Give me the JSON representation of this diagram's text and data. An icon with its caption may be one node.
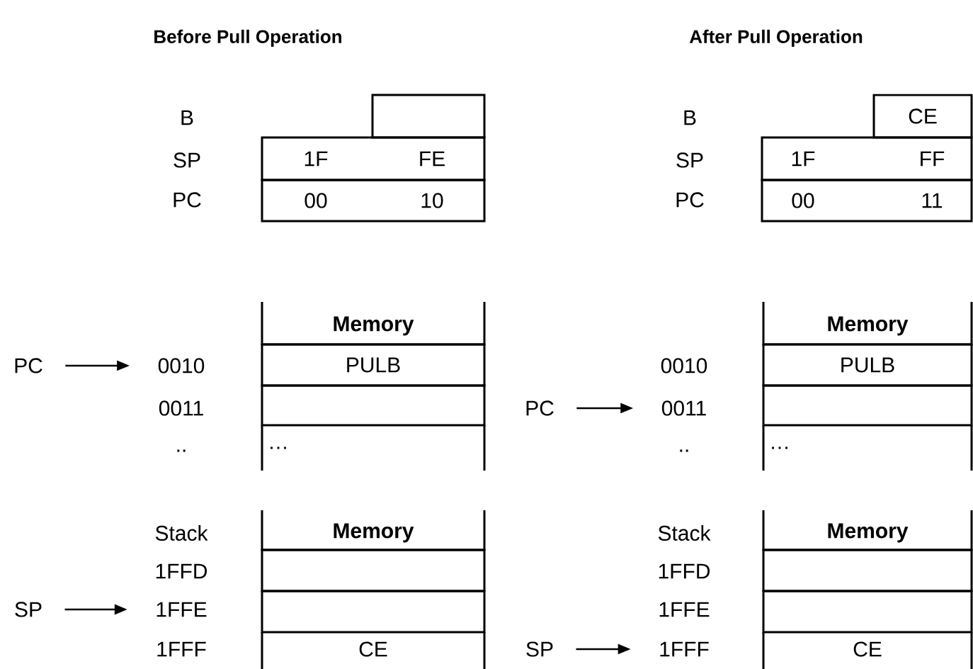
{
  "diagram": {
    "nodes": [
      {
        "text": [],
        "shape": "box"
      },
      {
        "text": [
          "1F",
          "FE"
        ]
      },
      {
        "text": [
          "00",
          "10"
        ]
      },
      {
        "text": [
          "Memory"
        ]
      },
      {
        "text": [
          "PULB"
        ]
      },
      {
        "text": [],
        "shape": "box"
      },
      {
        "text": [
          "…"
        ]
      },
      {
        "text": [
          "PC"
        ]
      },
      {
        "text": [
          "0010"
        ]
      },
      {
        "text": [
          "Memory"
        ]
      },
      {
        "text": [],
        "shape": "box"
      },
      {
        "text": [],
        "shape": "box"
      },
      {
        "text": [
          "CE"
        ]
      },
      {
        "text": [
          "SP"
        ]
      },
      {
        "text": [
          "1FFE"
        ]
      },
      {
        "text": [
          "CE"
        ]
      },
      {
        "text": [
          "1F",
          "FF"
        ]
      },
      {
        "text": [
          "00",
          "11"
        ]
      },
      {
        "text": [
          "Memory"
        ]
      },
      {
        "text": [
          "PULB"
        ]
      },
      {
        "text": [],
        "shape": "box"
      },
      {
        "text": [
          "…"
        ]
      },
      {
        "text": [
          "PC"
        ]
      },
      {
        "text": [
          "0011"
        ]
      },
      {
        "text": [
          "Memory"
        ]
      },
      {
        "text": [],
        "shape": "box"
      },
      {
        "text": [],
        "shape": "box"
      },
      {
        "text": [
          "CE"
        ]
      },
      {
        "text": [
          "SP"
        ]
      },
      {
        "text": [
          "1FFF"
        ]
      }
    ],
    "edges": [
      {
        "from": 7,
        "to": 8,
        "arrow": "to"
      },
      {
        "from": 13,
        "to": 14,
        "arrow": "to"
      },
      {
        "from": 22,
        "to": 23,
        "arrow": "to"
      },
      {
        "from": 28,
        "to": 29,
        "arrow": "to"
      }
    ],
    "labels": [
      "Before Pull Operation",
      "After Pull Operation",
      "B",
      "SP",
      "PC",
      "0011",
      "..",
      "Stack",
      "1FFD",
      "1FFF",
      "B",
      "SP",
      "PC",
      "0010",
      "..",
      "Stack",
      "1FFD",
      "1FFE"
    ]
  }
}
